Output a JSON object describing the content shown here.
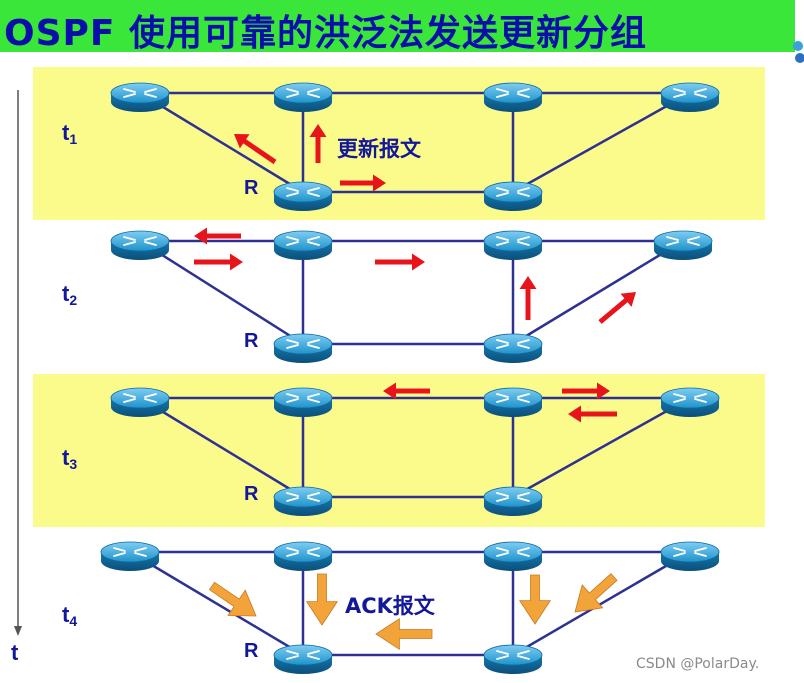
{
  "title": "OSPF 使用可靠的洪泛法发送更新分组",
  "stages": [
    {
      "label_base": "t",
      "label_sub": "1",
      "router_label": "R",
      "message": "更新报文"
    },
    {
      "label_base": "t",
      "label_sub": "2",
      "router_label": "R",
      "message": ""
    },
    {
      "label_base": "t",
      "label_sub": "3",
      "router_label": "R",
      "message": ""
    },
    {
      "label_base": "t",
      "label_sub": "4",
      "router_label": "R",
      "message": "ACK报文"
    }
  ],
  "time_axis_label": "t",
  "watermark": "CSDN @PolarDay.",
  "colors": {
    "title_bar": "#39e639",
    "title_text": "#0b0ea8",
    "panel_highlight": "#fbfb8c",
    "link": "#2e3192",
    "update_arrow": "#e8141b",
    "ack_arrow": "#f2a43a",
    "router": "#1a8fc7"
  },
  "icons": {
    "router": "cisco-router-icon",
    "update_arrow": "red-arrow-icon",
    "ack_arrow": "orange-arrow-icon"
  }
}
